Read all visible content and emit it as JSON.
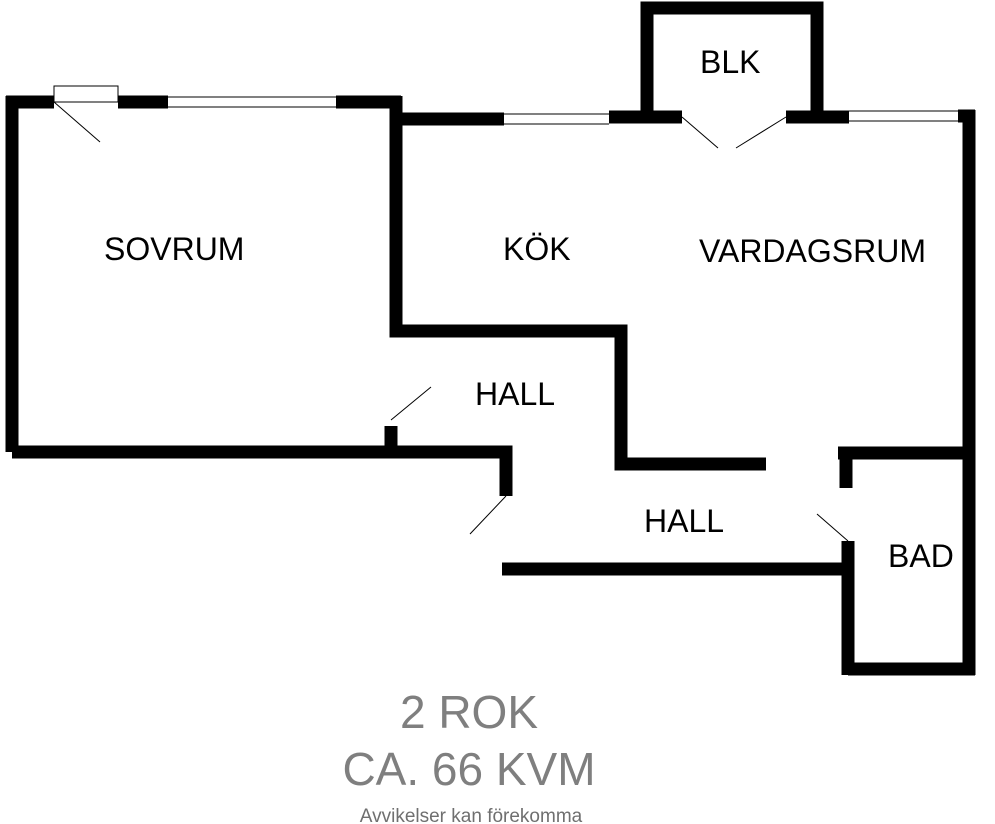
{
  "rooms": {
    "sovrum": "SOVRUM",
    "kok": "KÖK",
    "vardagsrum": "VARDAGSRUM",
    "blk": "BLK",
    "hall_upper": "HALL",
    "hall_lower": "HALL",
    "bad": "BAD"
  },
  "summary": {
    "layout": "2 ROK",
    "area": "CA. 66 KVM",
    "disclaimer": "Avvikelser kan förekomma"
  }
}
